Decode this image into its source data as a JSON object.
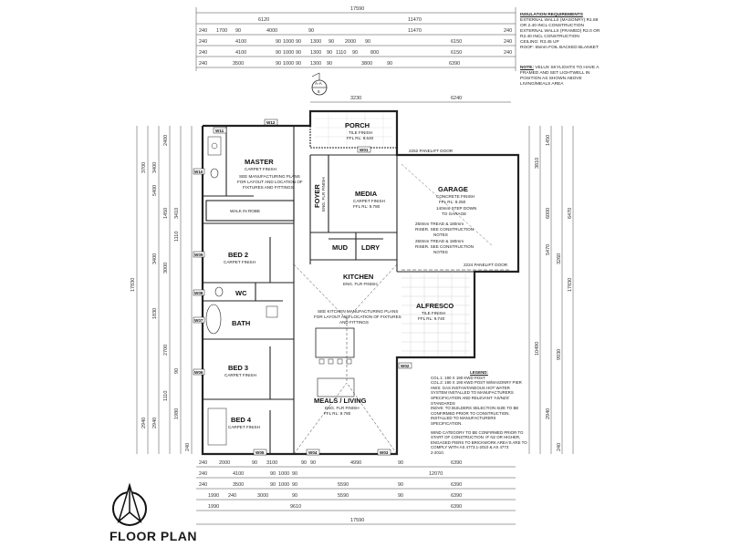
{
  "title": "FLOOR PLAN",
  "overall_dimension": "17590",
  "top_dims": {
    "row1": [
      "6120",
      "11470"
    ],
    "row2": [
      "240",
      "1700",
      "90",
      "4000",
      "90",
      "11470",
      "240"
    ],
    "row3": [
      "240",
      "4100",
      "90",
      "1000",
      "90",
      "1300",
      "90",
      "2000",
      "90",
      "6150",
      "240"
    ],
    "row4": [
      "240",
      "4100",
      "90",
      "1000",
      "90",
      "1300",
      "90",
      "1110",
      "90",
      "800",
      "6150",
      "240"
    ],
    "row5": [
      "240",
      "3500",
      "90",
      "1000",
      "90",
      "1300",
      "90",
      "3800",
      "90",
      "6390"
    ],
    "porch": [
      "3230",
      "6240"
    ]
  },
  "bottom_dims": {
    "row1": [
      "240",
      "2000",
      "90",
      "3100",
      "90",
      "90",
      "4990",
      "90",
      "6390"
    ],
    "row2": [
      "240",
      "4100",
      "90",
      "1000",
      "90",
      "12070"
    ],
    "row3": [
      "240",
      "3500",
      "90",
      "1000",
      "90",
      "5590",
      "90",
      "6390"
    ],
    "row4": [
      "1990",
      "240",
      "3000",
      "90",
      "5590",
      "90",
      "6390"
    ],
    "row5": [
      "1990",
      "9610",
      "6390"
    ],
    "total": "17590"
  },
  "left_dims": [
    "17830",
    "3700",
    "3400",
    "2400",
    "5400",
    "3410",
    "1450",
    "1110",
    "3400",
    "3000",
    "1830",
    "2940",
    "2940",
    "1110",
    "240",
    "90",
    "2700",
    "1980"
  ],
  "right_dims": [
    "3810",
    "1450",
    "6000",
    "6470",
    "5470",
    "10490",
    "9930",
    "2940",
    "17830",
    "240",
    "3260"
  ],
  "section_marker": {
    "label": "A-A",
    "number": "6"
  },
  "notes": {
    "heading": "INSULATION REQUIREMENTS",
    "lines": [
      "EXTERNAL WALLS (MASONRY) R1.86",
      "OR 2.40 INCL CONSTRUCTION",
      "EXTERNAL WALLS (FRAMED) R2.0 OR",
      "R2.40 INCL CONSTRUCTION",
      "CEILING: R3.45 UP",
      "ROOF: 55mm FOIL BACKED BLANKET"
    ],
    "note_heading": "NOTE:",
    "note_lines": [
      "VELUX SKYLIGHTS TO HAVE A",
      "FRAMED AND SET LIGHTWELL IN",
      "POSITION AS SHOWN ABOVE",
      "LIVING/MEALS AREA"
    ]
  },
  "rooms": {
    "porch": {
      "name": "PORCH",
      "finish": "TILE FINISH",
      "ffl": "FFL RL: 9.640"
    },
    "master": {
      "name": "MASTER",
      "finish": "CARPET FINISH",
      "note1": "SEE MANUFACTURING PLANS",
      "note2": "FOR LAYOUT AND LOCATION OF",
      "note3": "FIXTURES AND FITTINGS"
    },
    "walk_in_robe": {
      "name": "WALK IN ROBE"
    },
    "foyer": {
      "name": "FOYER",
      "finish": "ENG. FLR FINISH"
    },
    "media": {
      "name": "MEDIA",
      "finish": "CARPET FINISH",
      "ffl": "FFL RL: 9.780"
    },
    "garage": {
      "name": "GARAGE",
      "finish": "CONCRETE FINISH",
      "ffl": "FFL RL: 9.250",
      "step": "140mm STEP DOWN",
      "step2": "TO GARAGE"
    },
    "bed2": {
      "name": "BED 2",
      "finish": "CARPET FINISH"
    },
    "mud": {
      "name": "MUD"
    },
    "ldry": {
      "name": "LDRY"
    },
    "kitchen": {
      "name": "KITCHEN",
      "finish": "ENG. FLR FINISH",
      "note1": "SEE KITCHEN MANUFACTURING PLANS",
      "note2": "FOR LAYOUT AND LOCATION OF FIXTURES",
      "note3": "AND FITTINGS"
    },
    "wc": {
      "name": "WC"
    },
    "bath": {
      "name": "BATH"
    },
    "alfresco": {
      "name": "ALFRESCO",
      "finish": "TILE FINISH",
      "ffl": "FFL RL: 9.740"
    },
    "bed3": {
      "name": "BED 3",
      "finish": "CARPET FINISH"
    },
    "meals_living": {
      "name": "MEALS / LIVING",
      "finish": "ENG. FLR FINISH",
      "ffl": "FFL RL: 9.780"
    },
    "bed4": {
      "name": "BED 4",
      "finish": "CARPET FINISH"
    }
  },
  "door_labels": {
    "panel_top": "2252 PANELIFT DOOR",
    "panel_bottom": "2224 PANELIFT DOOR",
    "tread1": "250mm TREAD & 180mm",
    "tread1b": "RISER. SEE CONSTRUCTION",
    "tread1c": "NOTES",
    "tread2": "250mm TREAD & 180mm",
    "tread2b": "RISER. SEE CONSTRUCTION",
    "tread2c": "NOTES"
  },
  "window_tags": [
    "W11",
    "W12",
    "W01",
    "W10",
    "W09",
    "W08",
    "W07",
    "W06",
    "W05",
    "W04",
    "W03",
    "W02"
  ],
  "legend": {
    "heading": "LEGEND:",
    "lines": [
      "COL.1: 190 X 190 KWD POST",
      "COL.2: 190 X 190 KWD POST W/MASONRY PIER",
      "HWS: GAS INSTANTANEOUS HOT WATER",
      "SYSTEM INSTALLED TO MANUFACTURERS",
      "SPECIFICATION AND RELEVANT 'AS/NZS'",
      "STANDARDS",
      "INDVE: TO BUILDERS SELECTION SIZE TO BE",
      "CONFIRMED PRIOR TO CONSTRUCTION.",
      "INSTALLED TO MANUFACTURERS SPECIFICATION.",
      "",
      "WIND CATEGORY TO BE CONFIRMED PRIOR TO",
      "START OF CONSTRUCTION. IF N2 OR HIGHER,",
      "ENGAGED PIERS TO BRICKWORK AREA'S ARE TO",
      "COMPLY WITH AS 4773.1-2010 & AS 4773",
      "2-2010."
    ]
  }
}
